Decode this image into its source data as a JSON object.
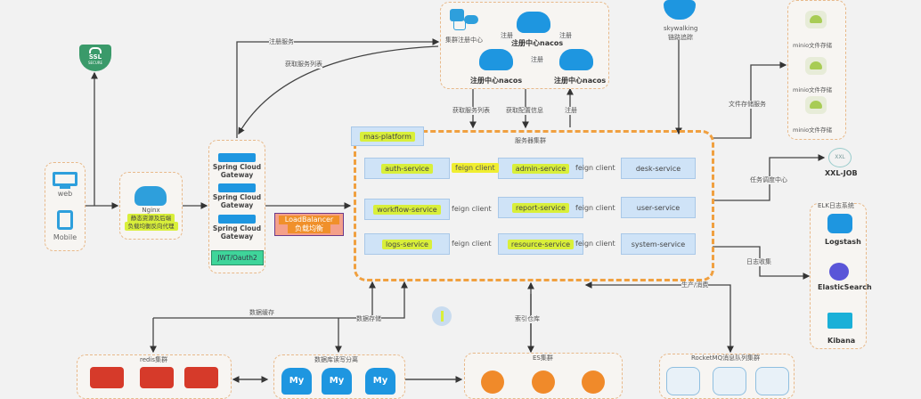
{
  "clients": {
    "web": "web",
    "mobile": "Mobile"
  },
  "ssl": {
    "label": "SSL",
    "sub": "SECURE"
  },
  "nginx": {
    "name": "Nginx",
    "desc1": "静态资源及后端",
    "desc2": "负载均衡反向代理"
  },
  "gateway": {
    "items": [
      "Spring Cloud Gateway",
      "Spring Cloud Gateway",
      "Spring Cloud Gateway"
    ],
    "auth": "JWT/Oauth2"
  },
  "loadbalancer": {
    "name": "LoadBalancer",
    "desc": "负载均衡"
  },
  "registry": {
    "title": "集群注册中心",
    "nodes": [
      "注册中心nacos",
      "注册中心nacos",
      "注册中心nacos"
    ],
    "edge_label": "注册"
  },
  "skywalking": {
    "name": "skywalking",
    "desc": "链路追踪"
  },
  "minio": {
    "items": [
      "minio文件存储",
      "minio文件存储",
      "minio文件存储"
    ]
  },
  "xxljob": {
    "logo": "XXL",
    "name": "XXL-JOB"
  },
  "elk": {
    "title": "ELK日志系统",
    "items": [
      "Logstash",
      "ElasticSearch",
      "Kibana"
    ]
  },
  "cluster": {
    "platform": "mas-platform",
    "title": "服务器集群",
    "rows": [
      [
        "auth-service",
        "admin-service",
        "desk-service"
      ],
      [
        "workflow-service",
        "report-service",
        "user-service"
      ],
      [
        "logs-service",
        "resource-service",
        "system-service"
      ]
    ],
    "feign": "feign client"
  },
  "edges": {
    "register_service": "注册服务",
    "get_service_list": "获取服务列表",
    "get_list": "获取服务列表",
    "get_config": "获取配置信息",
    "register": "注册",
    "file_storage": "文件存储服务",
    "task_schedule": "任务调度中心",
    "log_collect": "日志收集",
    "produce_consume": "生产/消费",
    "index_db": "索引仓库",
    "data_cache": "数据缓存",
    "data_store": "数据存储"
  },
  "bottom": {
    "redis": {
      "title": "redis集群",
      "items": [
        "redis",
        "redis",
        "redis"
      ]
    },
    "mysql": {
      "title": "数据库读写分离",
      "items": [
        "My",
        "My",
        "My"
      ]
    },
    "es": {
      "title": "ES集群"
    },
    "rocketmq": {
      "title": "RocketMQ消息队列集群"
    }
  }
}
